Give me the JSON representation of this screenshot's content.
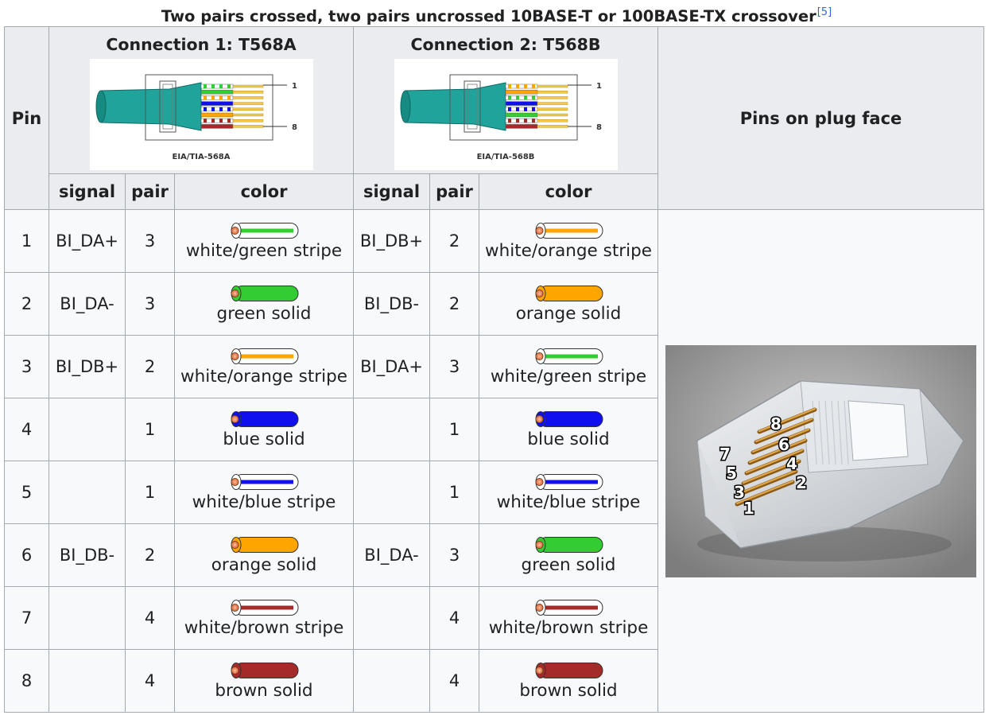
{
  "caption": {
    "title": "Two pairs crossed, two pairs uncrossed 10BASE-T or 100BASE-TX crossover",
    "ref": "[5]"
  },
  "headers": {
    "pin": "Pin",
    "connection1": "Connection 1: T568A",
    "connection2": "Connection 2: T568B",
    "plug_face": "Pins on plug face",
    "signal": "signal",
    "pair": "pair",
    "color": "color",
    "diagram1_label": "EIA/TIA-568A",
    "diagram2_label": "EIA/TIA-568B",
    "diagram_pin_first": "1",
    "diagram_pin_last": "8"
  },
  "plug_photo_numbers": [
    "1",
    "2",
    "3",
    "4",
    "5",
    "6",
    "7",
    "8"
  ],
  "wire_colors": {
    "white": "#ffffff",
    "green": "#33cc33",
    "orange": "#ffa500",
    "blue": "#1010ee",
    "brown": "#a52a2a",
    "copper": "#e8845a",
    "teal": "#1fa39a"
  },
  "rows": [
    {
      "pin": "1",
      "c1": {
        "signal": "BI_DA+",
        "pair": "3",
        "color": "white/green stripe",
        "base": "white",
        "stripe": "green"
      },
      "c2": {
        "signal": "BI_DB+",
        "pair": "2",
        "color": "white/orange stripe",
        "base": "white",
        "stripe": "orange"
      }
    },
    {
      "pin": "2",
      "c1": {
        "signal": "BI_DA-",
        "pair": "3",
        "color": "green solid",
        "base": "green",
        "stripe": ""
      },
      "c2": {
        "signal": "BI_DB-",
        "pair": "2",
        "color": "orange solid",
        "base": "orange",
        "stripe": ""
      }
    },
    {
      "pin": "3",
      "c1": {
        "signal": "BI_DB+",
        "pair": "2",
        "color": "white/orange stripe",
        "base": "white",
        "stripe": "orange"
      },
      "c2": {
        "signal": "BI_DA+",
        "pair": "3",
        "color": "white/green stripe",
        "base": "white",
        "stripe": "green"
      }
    },
    {
      "pin": "4",
      "c1": {
        "signal": "",
        "pair": "1",
        "color": "blue solid",
        "base": "blue",
        "stripe": ""
      },
      "c2": {
        "signal": "",
        "pair": "1",
        "color": "blue solid",
        "base": "blue",
        "stripe": ""
      }
    },
    {
      "pin": "5",
      "c1": {
        "signal": "",
        "pair": "1",
        "color": "white/blue stripe",
        "base": "white",
        "stripe": "blue"
      },
      "c2": {
        "signal": "",
        "pair": "1",
        "color": "white/blue stripe",
        "base": "white",
        "stripe": "blue"
      }
    },
    {
      "pin": "6",
      "c1": {
        "signal": "BI_DB-",
        "pair": "2",
        "color": "orange solid",
        "base": "orange",
        "stripe": ""
      },
      "c2": {
        "signal": "BI_DA-",
        "pair": "3",
        "color": "green solid",
        "base": "green",
        "stripe": ""
      }
    },
    {
      "pin": "7",
      "c1": {
        "signal": "",
        "pair": "4",
        "color": "white/brown stripe",
        "base": "white",
        "stripe": "brown"
      },
      "c2": {
        "signal": "",
        "pair": "4",
        "color": "white/brown stripe",
        "base": "white",
        "stripe": "brown"
      }
    },
    {
      "pin": "8",
      "c1": {
        "signal": "",
        "pair": "4",
        "color": "brown solid",
        "base": "brown",
        "stripe": ""
      },
      "c2": {
        "signal": "",
        "pair": "4",
        "color": "brown solid",
        "base": "brown",
        "stripe": ""
      }
    }
  ]
}
